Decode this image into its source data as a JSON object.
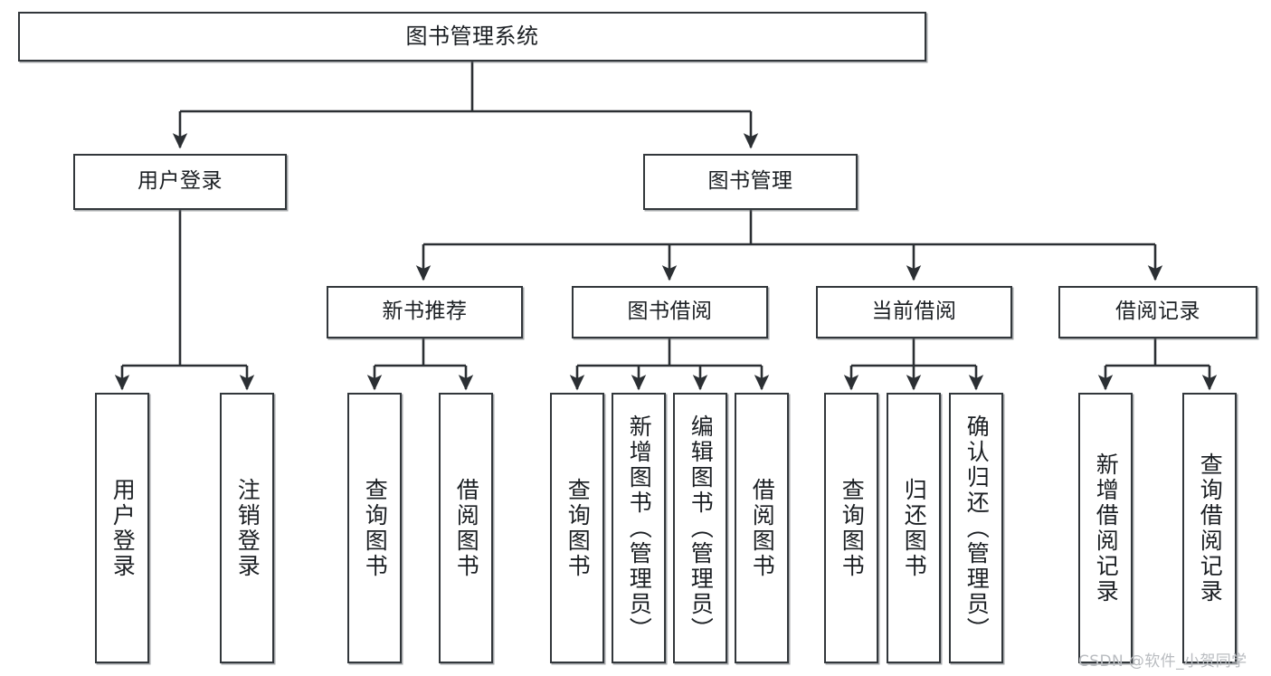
{
  "diagram": {
    "title": "图书管理系统",
    "watermark": "CSDN @软件_小贺同学",
    "colors": {
      "box_border": "#32373b",
      "box_fill": "#ffffff",
      "connector": "#2b2f33",
      "text": "#1b1f23",
      "watermark": "#b9bcc0"
    },
    "nodes": {
      "root": {
        "label": "图书管理系统"
      },
      "level1": [
        {
          "id": "user-login",
          "label": "用户登录"
        },
        {
          "id": "book-management",
          "label": "图书管理"
        }
      ],
      "level2": [
        {
          "id": "new-book-recommend",
          "label": "新书推荐"
        },
        {
          "id": "book-borrow",
          "label": "图书借阅"
        },
        {
          "id": "current-borrow",
          "label": "当前借阅"
        },
        {
          "id": "borrow-record",
          "label": "借阅记录"
        }
      ],
      "leaves": {
        "user-login": [
          {
            "id": "leaf-user-login",
            "label": "用户登录"
          },
          {
            "id": "leaf-logout-login",
            "label": "注销登录"
          }
        ],
        "new-book-recommend": [
          {
            "id": "leaf-query-book-1",
            "label": "查询图书"
          },
          {
            "id": "leaf-borrow-book-1",
            "label": "借阅图书"
          }
        ],
        "book-borrow": [
          {
            "id": "leaf-query-book-2",
            "label": "查询图书"
          },
          {
            "id": "leaf-add-book-admin",
            "label": "新增图书（管理员）"
          },
          {
            "id": "leaf-edit-book-admin",
            "label": "编辑图书（管理员）"
          },
          {
            "id": "leaf-borrow-book-2",
            "label": "借阅图书"
          }
        ],
        "current-borrow": [
          {
            "id": "leaf-query-book-3",
            "label": "查询图书"
          },
          {
            "id": "leaf-return-book",
            "label": "归还图书"
          },
          {
            "id": "leaf-confirm-return-admin",
            "label": "确认归还（管理员）"
          }
        ],
        "borrow-record": [
          {
            "id": "leaf-add-borrow-record",
            "label": "新增借阅记录"
          },
          {
            "id": "leaf-query-borrow-record",
            "label": "查询借阅记录"
          }
        ]
      }
    }
  }
}
